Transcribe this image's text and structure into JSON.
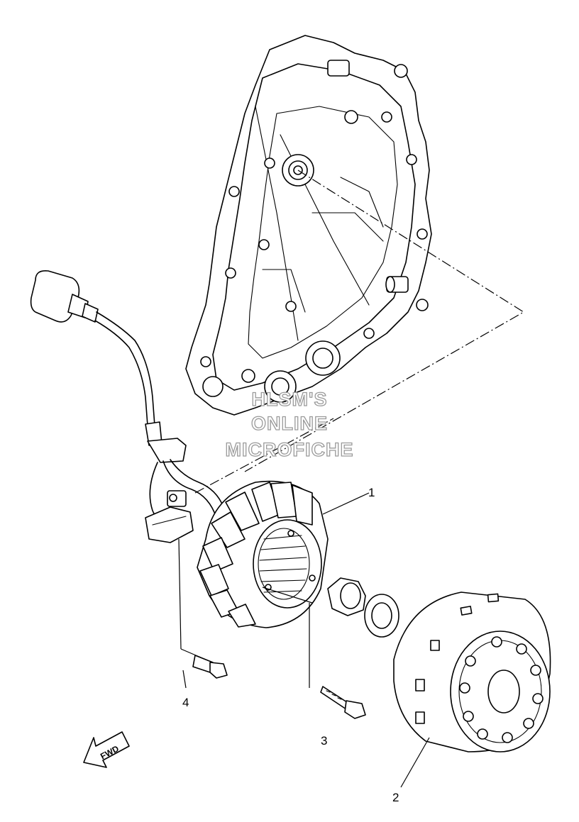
{
  "watermark": {
    "line1": "HLSM'S",
    "line2": "ONLINE",
    "line3": "MICROFICHE"
  },
  "callouts": {
    "part1": "1",
    "part2": "2",
    "part3": "3",
    "part4": "4"
  },
  "direction_arrow": {
    "label": "FWD"
  }
}
